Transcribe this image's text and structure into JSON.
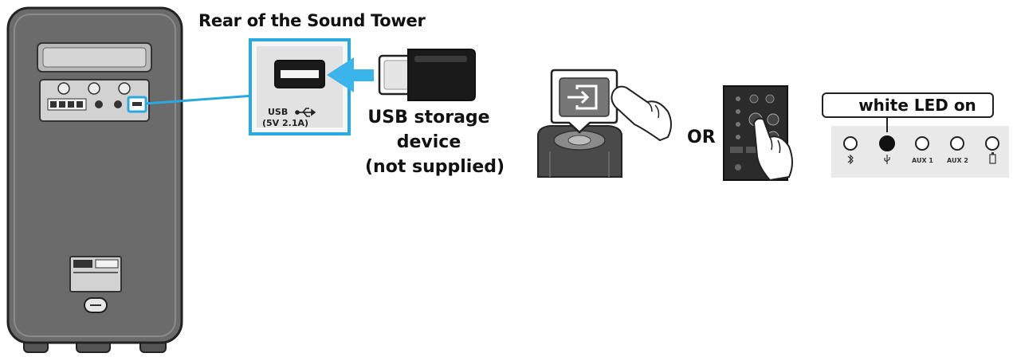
{
  "diagram": {
    "rear_title": "Rear of the Sound Tower",
    "usb_port_label": "USB",
    "usb_port_rating": "(5V 2.1A)",
    "storage_line1": "USB storage",
    "storage_line2": "device",
    "storage_line3": "(not supplied)",
    "or_label": "OR",
    "led_label": "white LED on",
    "led_aux1": "AUX 1",
    "led_aux2": "AUX 2"
  },
  "colors": {
    "device_body": "#6b6b6b",
    "highlight_cyan": "#2aa8e0",
    "arrow_blue": "#3ab4ea"
  }
}
